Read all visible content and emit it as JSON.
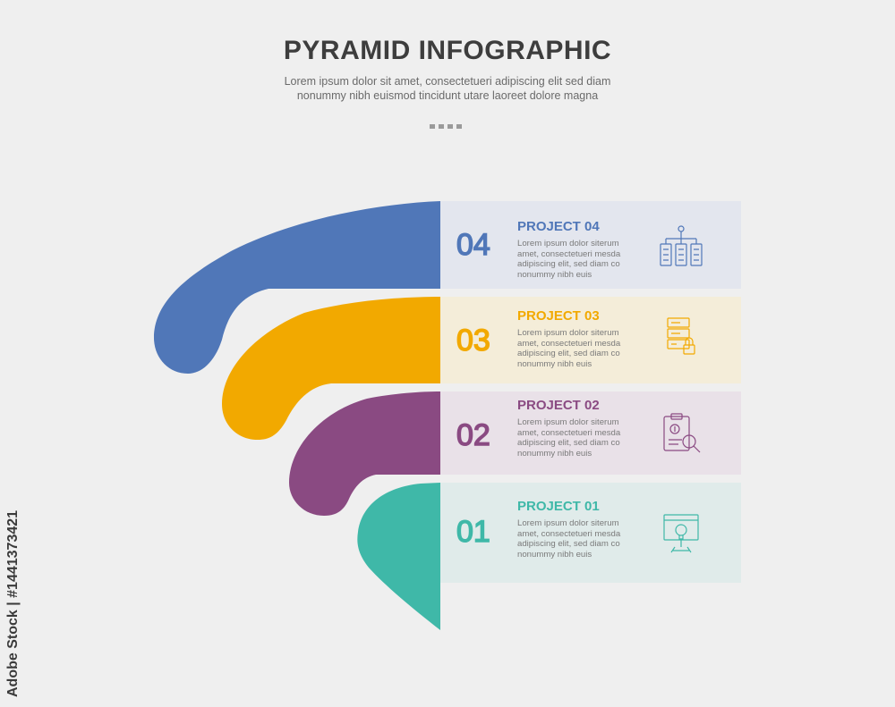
{
  "header": {
    "title": "PYRAMID INFOGRAPHIC",
    "subtitle": "Lorem ipsum dolor sit amet, consectetueri adipiscing elit sed diam nonummy nibh euismod tincidunt utare laoreet dolore magna"
  },
  "projects": [
    {
      "number": "04",
      "title": "PROJECT 04",
      "description": "Lorem ipsum dolor siterum amet, consectetueri mesda adipiscing elit, sed diam co nonummy nibh euis",
      "color": "#5077b8",
      "icon": "server-network-icon"
    },
    {
      "number": "03",
      "title": "PROJECT 03",
      "description": "Lorem ipsum dolor siterum amet, consectetueri mesda adipiscing elit, sed diam co nonummy nibh euis",
      "color": "#f2a900",
      "icon": "server-lock-icon"
    },
    {
      "number": "02",
      "title": "PROJECT 02",
      "description": "Lorem ipsum dolor siterum amet, consectetueri mesda adipiscing elit, sed diam co nonummy nibh euis",
      "color": "#8a4a82",
      "icon": "finance-report-search-icon"
    },
    {
      "number": "01",
      "title": "PROJECT 01",
      "description": "Lorem ipsum dolor siterum amet, consectetueri mesda adipiscing elit, sed diam co nonummy nibh euis",
      "color": "#3fb8a8",
      "icon": "website-idea-icon"
    }
  ],
  "watermark": {
    "side_text": "Adobe Stock | #1441373421"
  }
}
